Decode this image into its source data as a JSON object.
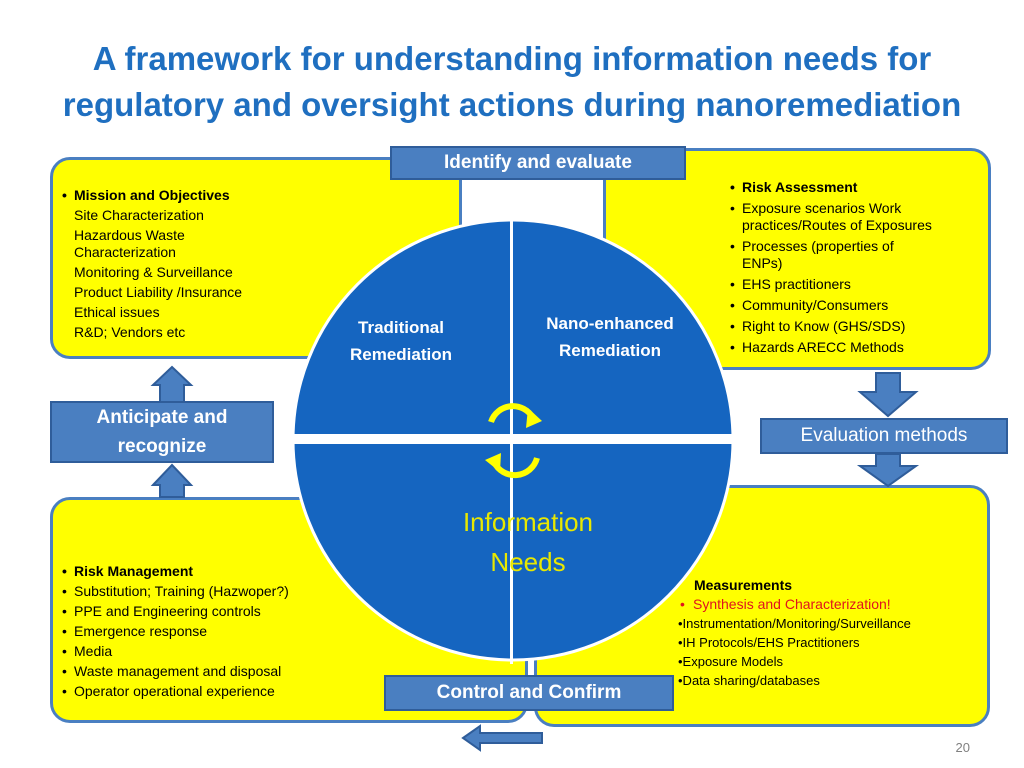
{
  "slide": {
    "title_line1": "A framework for understanding information needs for",
    "title_line2": "regulatory and oversight actions during nanoremediation",
    "page_number": "20"
  },
  "boxes": {
    "identify": "Identify and evaluate",
    "evaluation": "Evaluation methods",
    "control": "Control and Confirm",
    "anticipate_line1": "Anticipate and",
    "anticipate_line2": "recognize"
  },
  "circle": {
    "traditional_line1": "Traditional",
    "traditional_line2": "Remediation",
    "nano_line1": "Nano-enhanced",
    "nano_line2": "Remediation",
    "needs_line1": "Information",
    "needs_line2": "Needs"
  },
  "panels": {
    "mission": [
      "Mission and Objectives",
      "Site Characterization",
      "Hazardous Waste",
      "Characterization",
      "Monitoring & Surveillance",
      "Product Liability /Insurance",
      "Ethical issues",
      "R&D; Vendors etc"
    ],
    "risk_assessment": [
      "Risk Assessment",
      "Exposure scenarios Work",
      "practices/Routes of Exposures",
      "Processes (properties of",
      "ENPs)",
      "EHS practitioners",
      "Community/Consumers",
      "Right to Know (GHS/SDS)",
      "Hazards ARECC Methods"
    ],
    "risk_management": [
      "Risk Management",
      "Substitution; Training (Hazwoper?)",
      "PPE and Engineering controls",
      "Emergence response",
      "Media",
      "Waste management and disposal",
      "Operator operational experience"
    ],
    "measurements": [
      "Measurements",
      "Synthesis and Characterization!",
      "•Instrumentation/Monitoring/Surveillance",
      "•IH Protocols/EHS Practitioners",
      "•Exposure Models",
      "•Data sharing/databases"
    ]
  },
  "colors": {
    "panel_fill": "#FFFF00",
    "panel_border": "#4A7FC1",
    "title": "#1F6FC0",
    "circle": "#1565C0",
    "box": "#4A7FC1",
    "needs_text": "#E8E800",
    "red_text": "#E0141E"
  }
}
